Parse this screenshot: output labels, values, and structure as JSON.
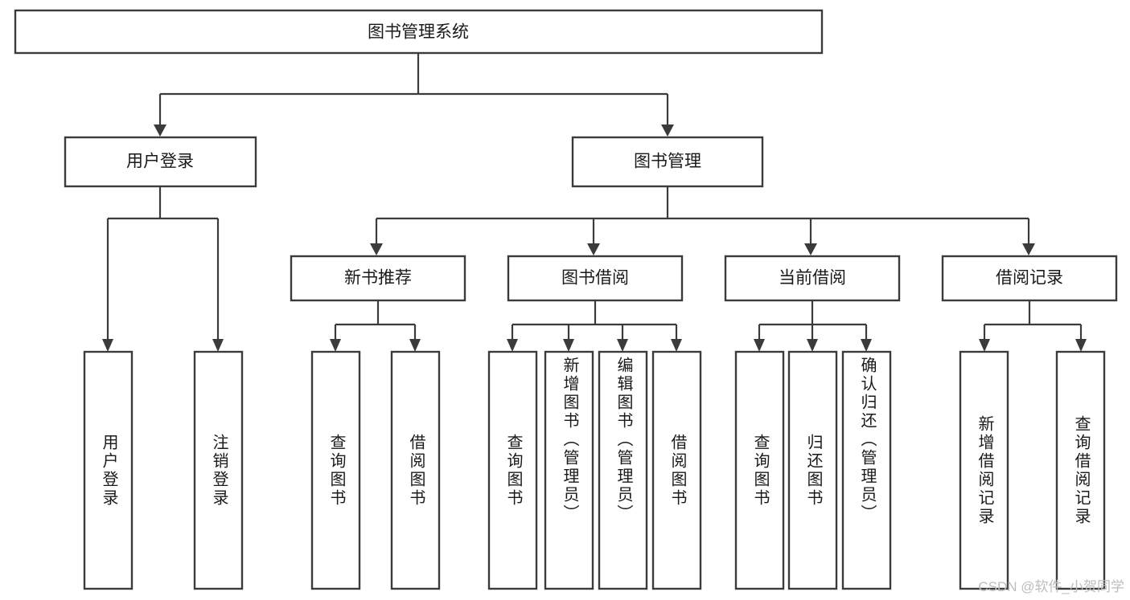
{
  "diagram": {
    "title": "图书管理系统",
    "type": "tree-hierarchy",
    "root": {
      "id": "root",
      "label": "图书管理系统"
    },
    "level2": [
      {
        "id": "user-login",
        "label": "用户登录"
      },
      {
        "id": "book-management",
        "label": "图书管理"
      }
    ],
    "level3": [
      {
        "id": "new-book-recommend",
        "label": "新书推荐",
        "parent": "book-management"
      },
      {
        "id": "book-borrow",
        "label": "图书借阅",
        "parent": "book-management"
      },
      {
        "id": "current-borrow",
        "label": "当前借阅",
        "parent": "book-management"
      },
      {
        "id": "borrow-record",
        "label": "借阅记录",
        "parent": "book-management"
      }
    ],
    "leaves": [
      {
        "id": "leaf-user-login",
        "label": "用户登录",
        "parent": "user-login"
      },
      {
        "id": "leaf-logout-login",
        "label": "注销登录",
        "parent": "user-login"
      },
      {
        "id": "leaf-query-book-1",
        "label": "查询图书",
        "parent": "new-book-recommend"
      },
      {
        "id": "leaf-borrow-book-1",
        "label": "借阅图书",
        "parent": "new-book-recommend"
      },
      {
        "id": "leaf-query-book-2",
        "label": "查询图书",
        "parent": "book-borrow"
      },
      {
        "id": "leaf-add-book",
        "label": "新增图书（管理员）",
        "parent": "book-borrow"
      },
      {
        "id": "leaf-edit-book",
        "label": "编辑图书（管理员）",
        "parent": "book-borrow"
      },
      {
        "id": "leaf-borrow-book-2",
        "label": "借阅图书",
        "parent": "book-borrow"
      },
      {
        "id": "leaf-query-book-3",
        "label": "查询图书",
        "parent": "current-borrow"
      },
      {
        "id": "leaf-return-book",
        "label": "归还图书",
        "parent": "current-borrow"
      },
      {
        "id": "leaf-confirm-return",
        "label": "确认归还（管理员）",
        "parent": "current-borrow"
      },
      {
        "id": "leaf-add-record",
        "label": "新增借阅记录",
        "parent": "borrow-record"
      },
      {
        "id": "leaf-query-record",
        "label": "查询借阅记录",
        "parent": "borrow-record"
      }
    ]
  },
  "watermark": {
    "text": "CSDN @软件_小贺同学"
  },
  "colors": {
    "box_stroke": "#3b3b3b",
    "box_fill": "#ffffff",
    "connector": "#3b3b3b",
    "label_text": "#1a1a1a",
    "watermark": "#bdbdbd",
    "background": "#ffffff"
  }
}
